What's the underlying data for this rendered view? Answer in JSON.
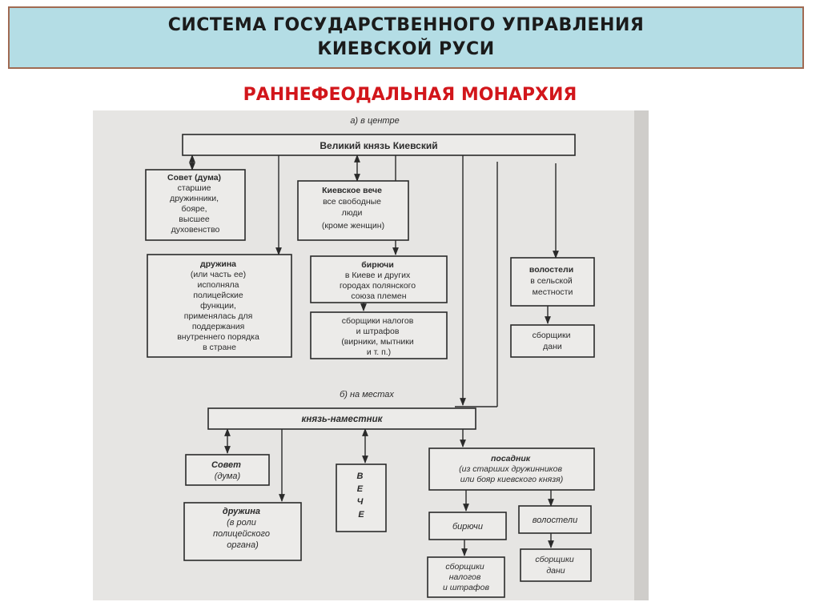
{
  "header": {
    "line1": "СИСТЕМА ГОСУДАРСТВЕННОГО УПРАВЛЕНИЯ",
    "line2": "КИЕВСКОЙ РУСИ"
  },
  "subtitle": "РАННЕФЕОДАЛЬНАЯ МОНАРХИЯ",
  "diagram": {
    "section_center": "а) в центре",
    "grand_prince": "Великий  князь  Киевский",
    "council": [
      "Совет (дума)",
      "старшие",
      "дружинники,",
      "бояре,",
      "высшее",
      "духовенство"
    ],
    "veche": [
      "Киевское вече",
      "все свободные",
      "люди",
      "(кроме женщин)"
    ],
    "druzhina": [
      "дружина",
      "(или часть ее)",
      "исполняла",
      "полицейские",
      "функции,",
      "применялась для",
      "поддержания",
      "внутреннего порядка",
      "в стране"
    ],
    "heralds": [
      "бирючи",
      "в Киеве и других",
      "городах полянского",
      "союза племен"
    ],
    "collectors": [
      "сборщики налогов",
      "и штрафов",
      "(вирники, мытники",
      "и т. п.)"
    ],
    "volosteli": [
      "волостели",
      "в сельской",
      "местности"
    ],
    "tribute_collectors": [
      "сборщики",
      "дани"
    ],
    "section_local": "б) на местах",
    "vice_prince": "князь-наместник",
    "local_council": [
      "Совет",
      "(дума)"
    ],
    "local_veche": [
      "В",
      "Е",
      "Ч",
      "Е"
    ],
    "local_druzhina": [
      "дружина",
      "(в роли",
      "полицейского",
      "органа)"
    ],
    "posadnik": [
      "посадник",
      "(из старших дружинников",
      "или бояр киевского князя)"
    ],
    "local_heralds": [
      "бирючи"
    ],
    "local_volosteli": [
      "волостели"
    ],
    "local_collectors": [
      "сборщики",
      "налогов",
      "и штрафов"
    ],
    "local_tribute": [
      "сборщики",
      "дани"
    ]
  }
}
